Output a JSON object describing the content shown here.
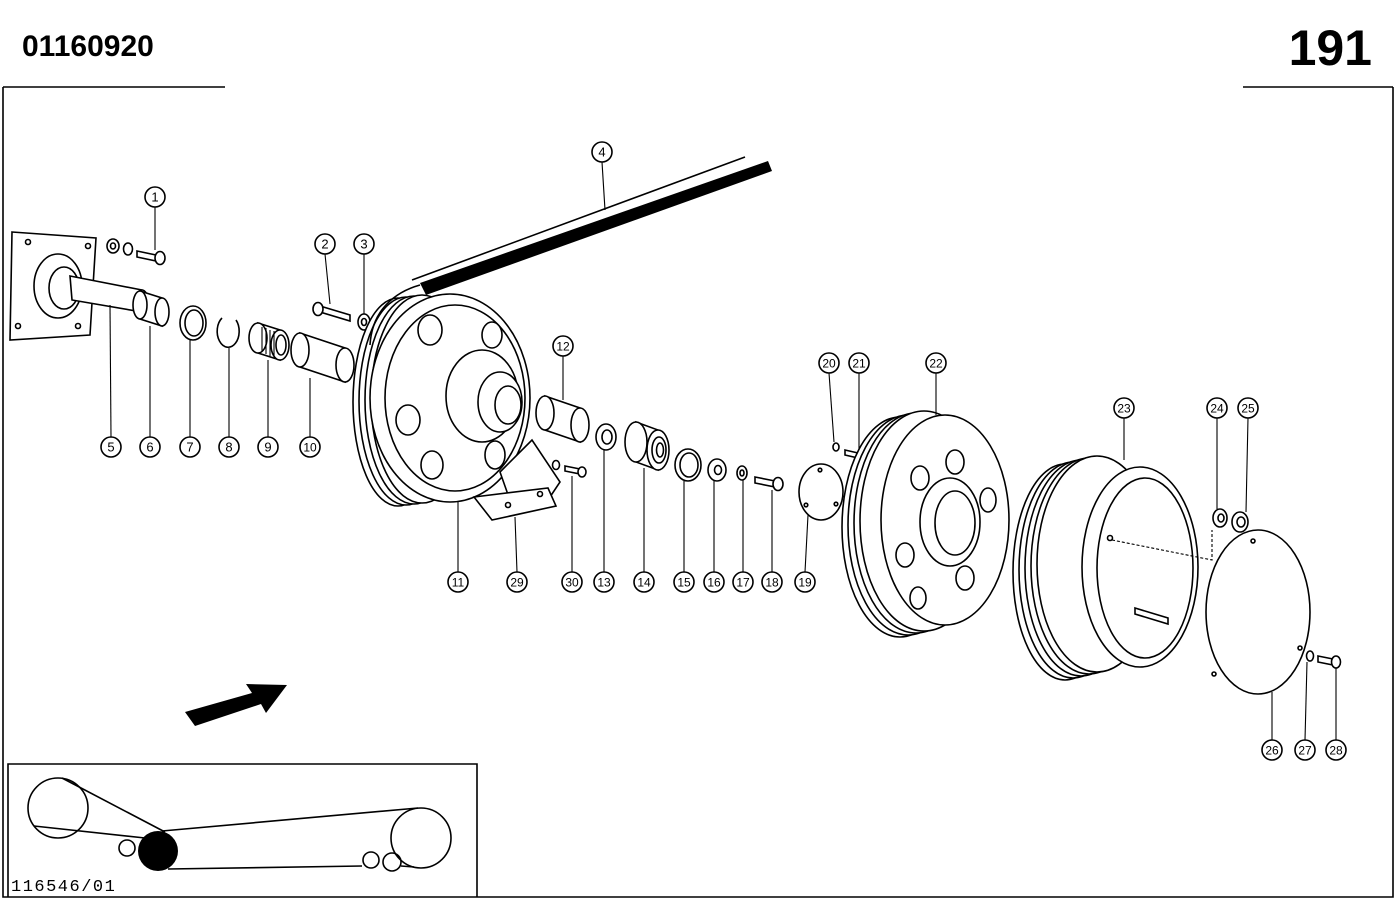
{
  "header": {
    "part_number": "01160920",
    "page_number": "191"
  },
  "callouts": [
    "1",
    "2",
    "3",
    "4",
    "5",
    "6",
    "7",
    "8",
    "9",
    "10",
    "11",
    "12",
    "13",
    "14",
    "15",
    "16",
    "17",
    "18",
    "19",
    "20",
    "21",
    "22",
    "23",
    "24",
    "25",
    "26",
    "27",
    "28",
    "29",
    "30"
  ],
  "inset": {
    "drawing_code": "116546/01"
  }
}
